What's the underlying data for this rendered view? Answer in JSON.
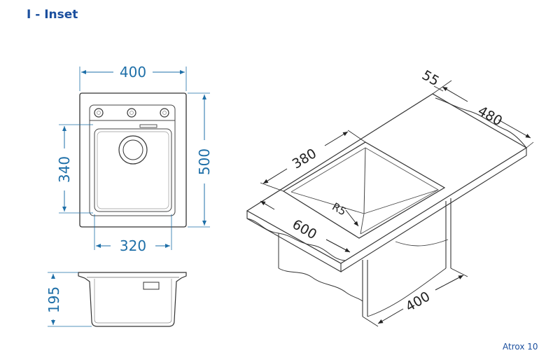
{
  "header": {
    "title": "I - Inset"
  },
  "footer": {
    "model": "Atrox 10"
  },
  "top_view": {
    "width_label": "400",
    "height_label": "500",
    "bowl_height_label": "340",
    "bowl_width_label": "320"
  },
  "section_view": {
    "depth_label": "195"
  },
  "iso_view": {
    "top_label": "55",
    "side_label": "480",
    "bowl_length_label": "380",
    "radius_label": "R5",
    "length_label": "600",
    "cabinet_label": "400"
  },
  "colors": {
    "title": "#1b4f9e",
    "dimension": "#1e6fa8",
    "line": "#222222"
  }
}
